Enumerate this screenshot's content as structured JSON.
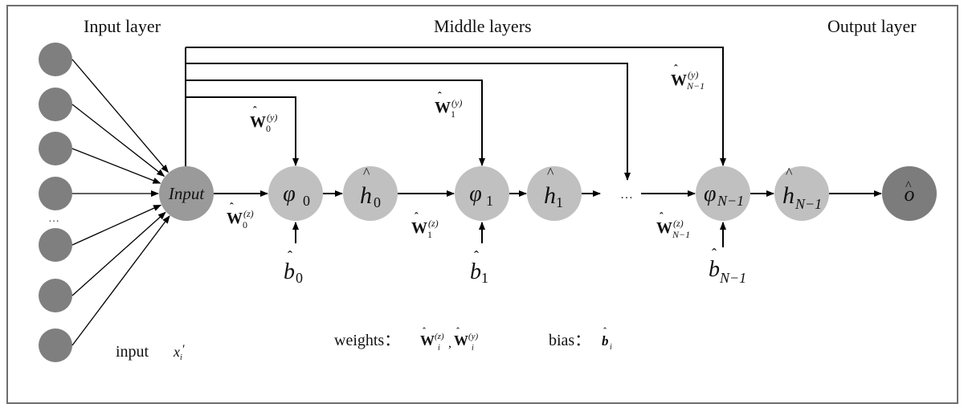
{
  "headings": {
    "input_layer": "Input layer",
    "middle_layers": "Middle layers",
    "output_layer": "Output layer"
  },
  "input_nodes": {
    "count_shown": 7,
    "ellipsis": "…"
  },
  "hub_node": {
    "label": "Input"
  },
  "middle_nodes": [
    {
      "phi": "φ",
      "phi_sub": "0",
      "h": "h",
      "h_hat": "^",
      "h_sub": "0",
      "wz": "W",
      "wz_sup": "(z)",
      "wz_sub": "0",
      "wy": "W",
      "wy_sup": "(y)",
      "wy_sub": "0",
      "b": "b",
      "b_sub": "0"
    },
    {
      "phi": "φ",
      "phi_sub": "1",
      "h": "h",
      "h_hat": "^",
      "h_sub": "1",
      "wz": "W",
      "wz_sup": "(z)",
      "wz_sub": "1",
      "wy": "W",
      "wy_sup": "(y)",
      "wy_sub": "1",
      "b": "b",
      "b_sub": "1"
    },
    {
      "phi": "φ",
      "phi_sub": "N−1",
      "h": "h",
      "h_hat": "^",
      "h_sub": "N−1",
      "wz": "W",
      "wz_sup": "(z)",
      "wz_sub": "N−1",
      "wy": "W",
      "wy_sup": "(y)",
      "wy_sub": "N−1",
      "b": "b",
      "b_sub": "N−1"
    }
  ],
  "ellipsis_middle": "…",
  "output_node": {
    "label": "o",
    "hat": "^"
  },
  "legend": {
    "input_text": "input",
    "input_symbol": "x",
    "input_prime": "′",
    "input_sub": "i",
    "weights_text": "weights：",
    "weights_w": "W",
    "weights_sup_z": "(z)",
    "weights_sup_y": "(y)",
    "weights_sub": "i",
    "weights_sep": ",",
    "bias_text": "bias：",
    "bias_symbol": "b",
    "bias_sub": "i"
  }
}
